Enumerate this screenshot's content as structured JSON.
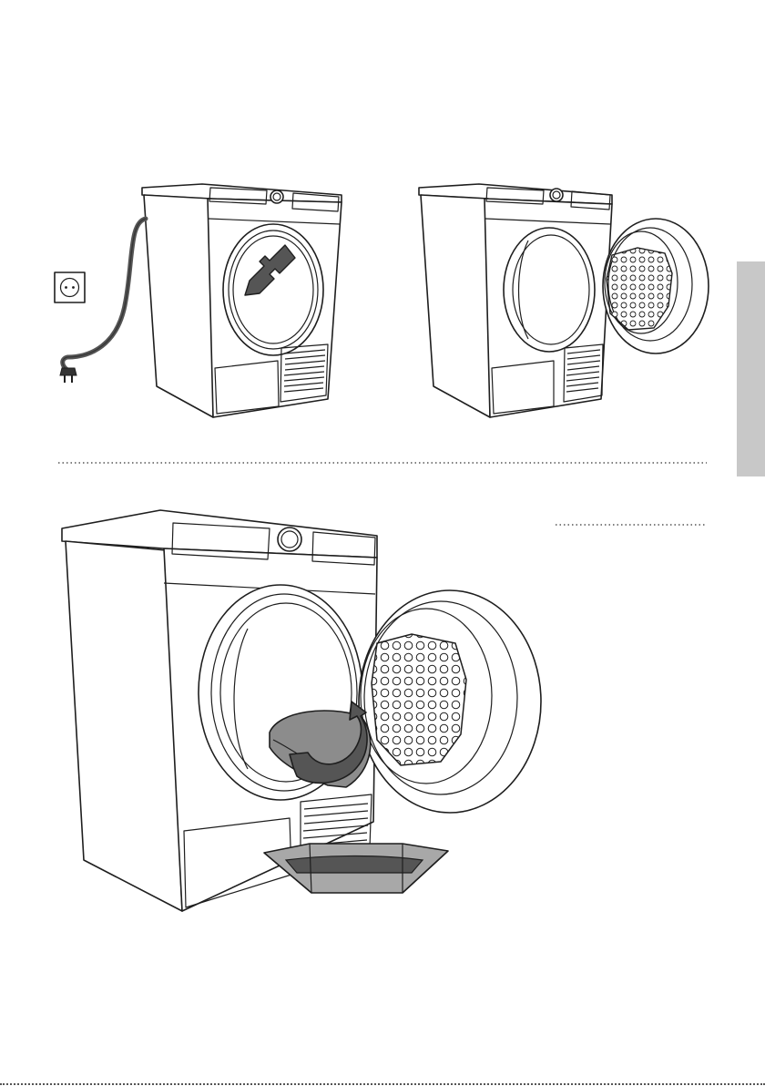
{
  "illustration": {
    "steps": [
      {
        "id": "unplug-and-open-door"
      },
      {
        "id": "door-open-filter-visible"
      },
      {
        "id": "remove-filter-into-tray"
      }
    ],
    "colors": {
      "line": "#1e1e1e",
      "arrow_fill": "#555555",
      "filter_fill": "#8c8c8c",
      "tray_fill": "#a8a8a8",
      "side_tab": "#c8c8c8",
      "dotted_rule": "#555555"
    },
    "icons": [
      "wall-socket-icon",
      "power-plug-icon",
      "push-door-arrow-icon",
      "rotate-arrow-icon"
    ]
  }
}
